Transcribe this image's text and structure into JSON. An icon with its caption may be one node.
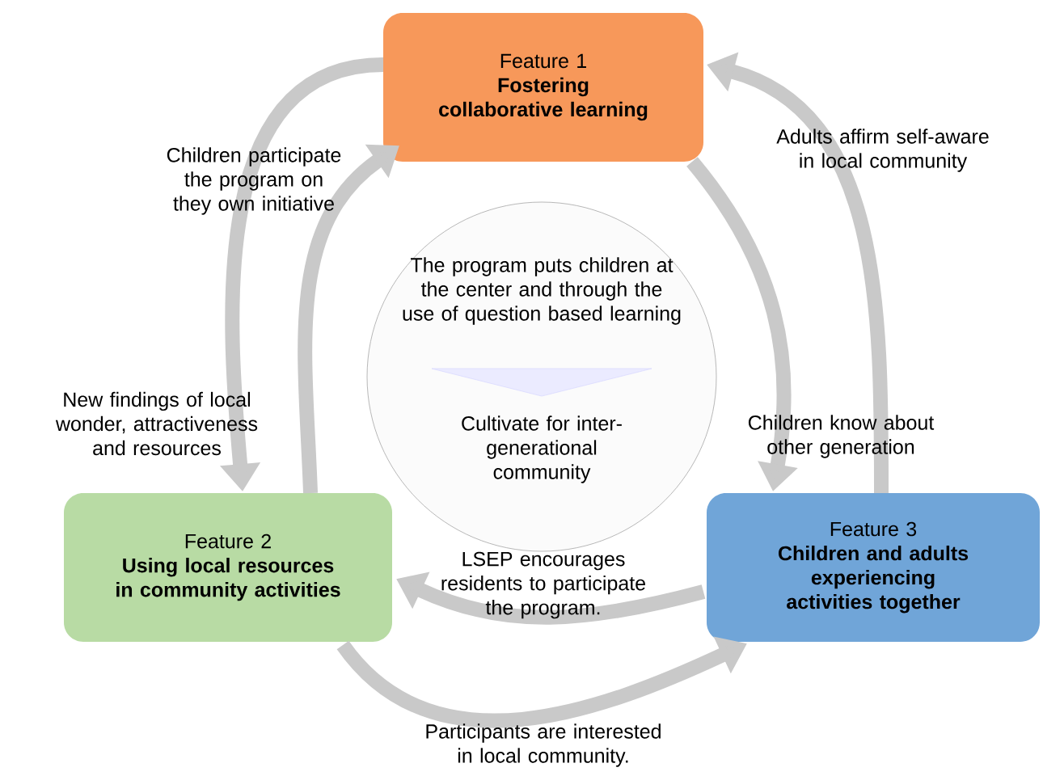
{
  "diagram": {
    "nodes": [
      {
        "text": [
          "Feature 1",
          "Fostering collaborative learning"
        ]
      },
      {
        "text": [
          "The program puts children at the center and through the use of question based learning",
          "Cultivate for inter-generational community"
        ]
      },
      {
        "text": [
          "Feature 2",
          "Using local resources in community activities"
        ]
      },
      {
        "text": [
          "Feature 3",
          "Children and adults experiencing activities together"
        ]
      }
    ],
    "edges": [
      {
        "from": 0,
        "to": 2,
        "arrow": "to",
        "label": "New findings of local wonder, attractiveness and resources"
      },
      {
        "from": 2,
        "to": 0,
        "arrow": "to",
        "label": "Children participate the program on they own initiative"
      },
      {
        "from": 3,
        "to": 0,
        "arrow": "to",
        "label": "Adults affirm self-aware in local community"
      },
      {
        "from": 0,
        "to": 3,
        "arrow": "to",
        "label": "Children know about other generation"
      },
      {
        "from": 3,
        "to": 2,
        "arrow": "to",
        "label": "LSEP encourages residents to participate the program."
      },
      {
        "from": 2,
        "to": 3,
        "arrow": "to",
        "label": "Participants are interested in local community."
      }
    ]
  }
}
